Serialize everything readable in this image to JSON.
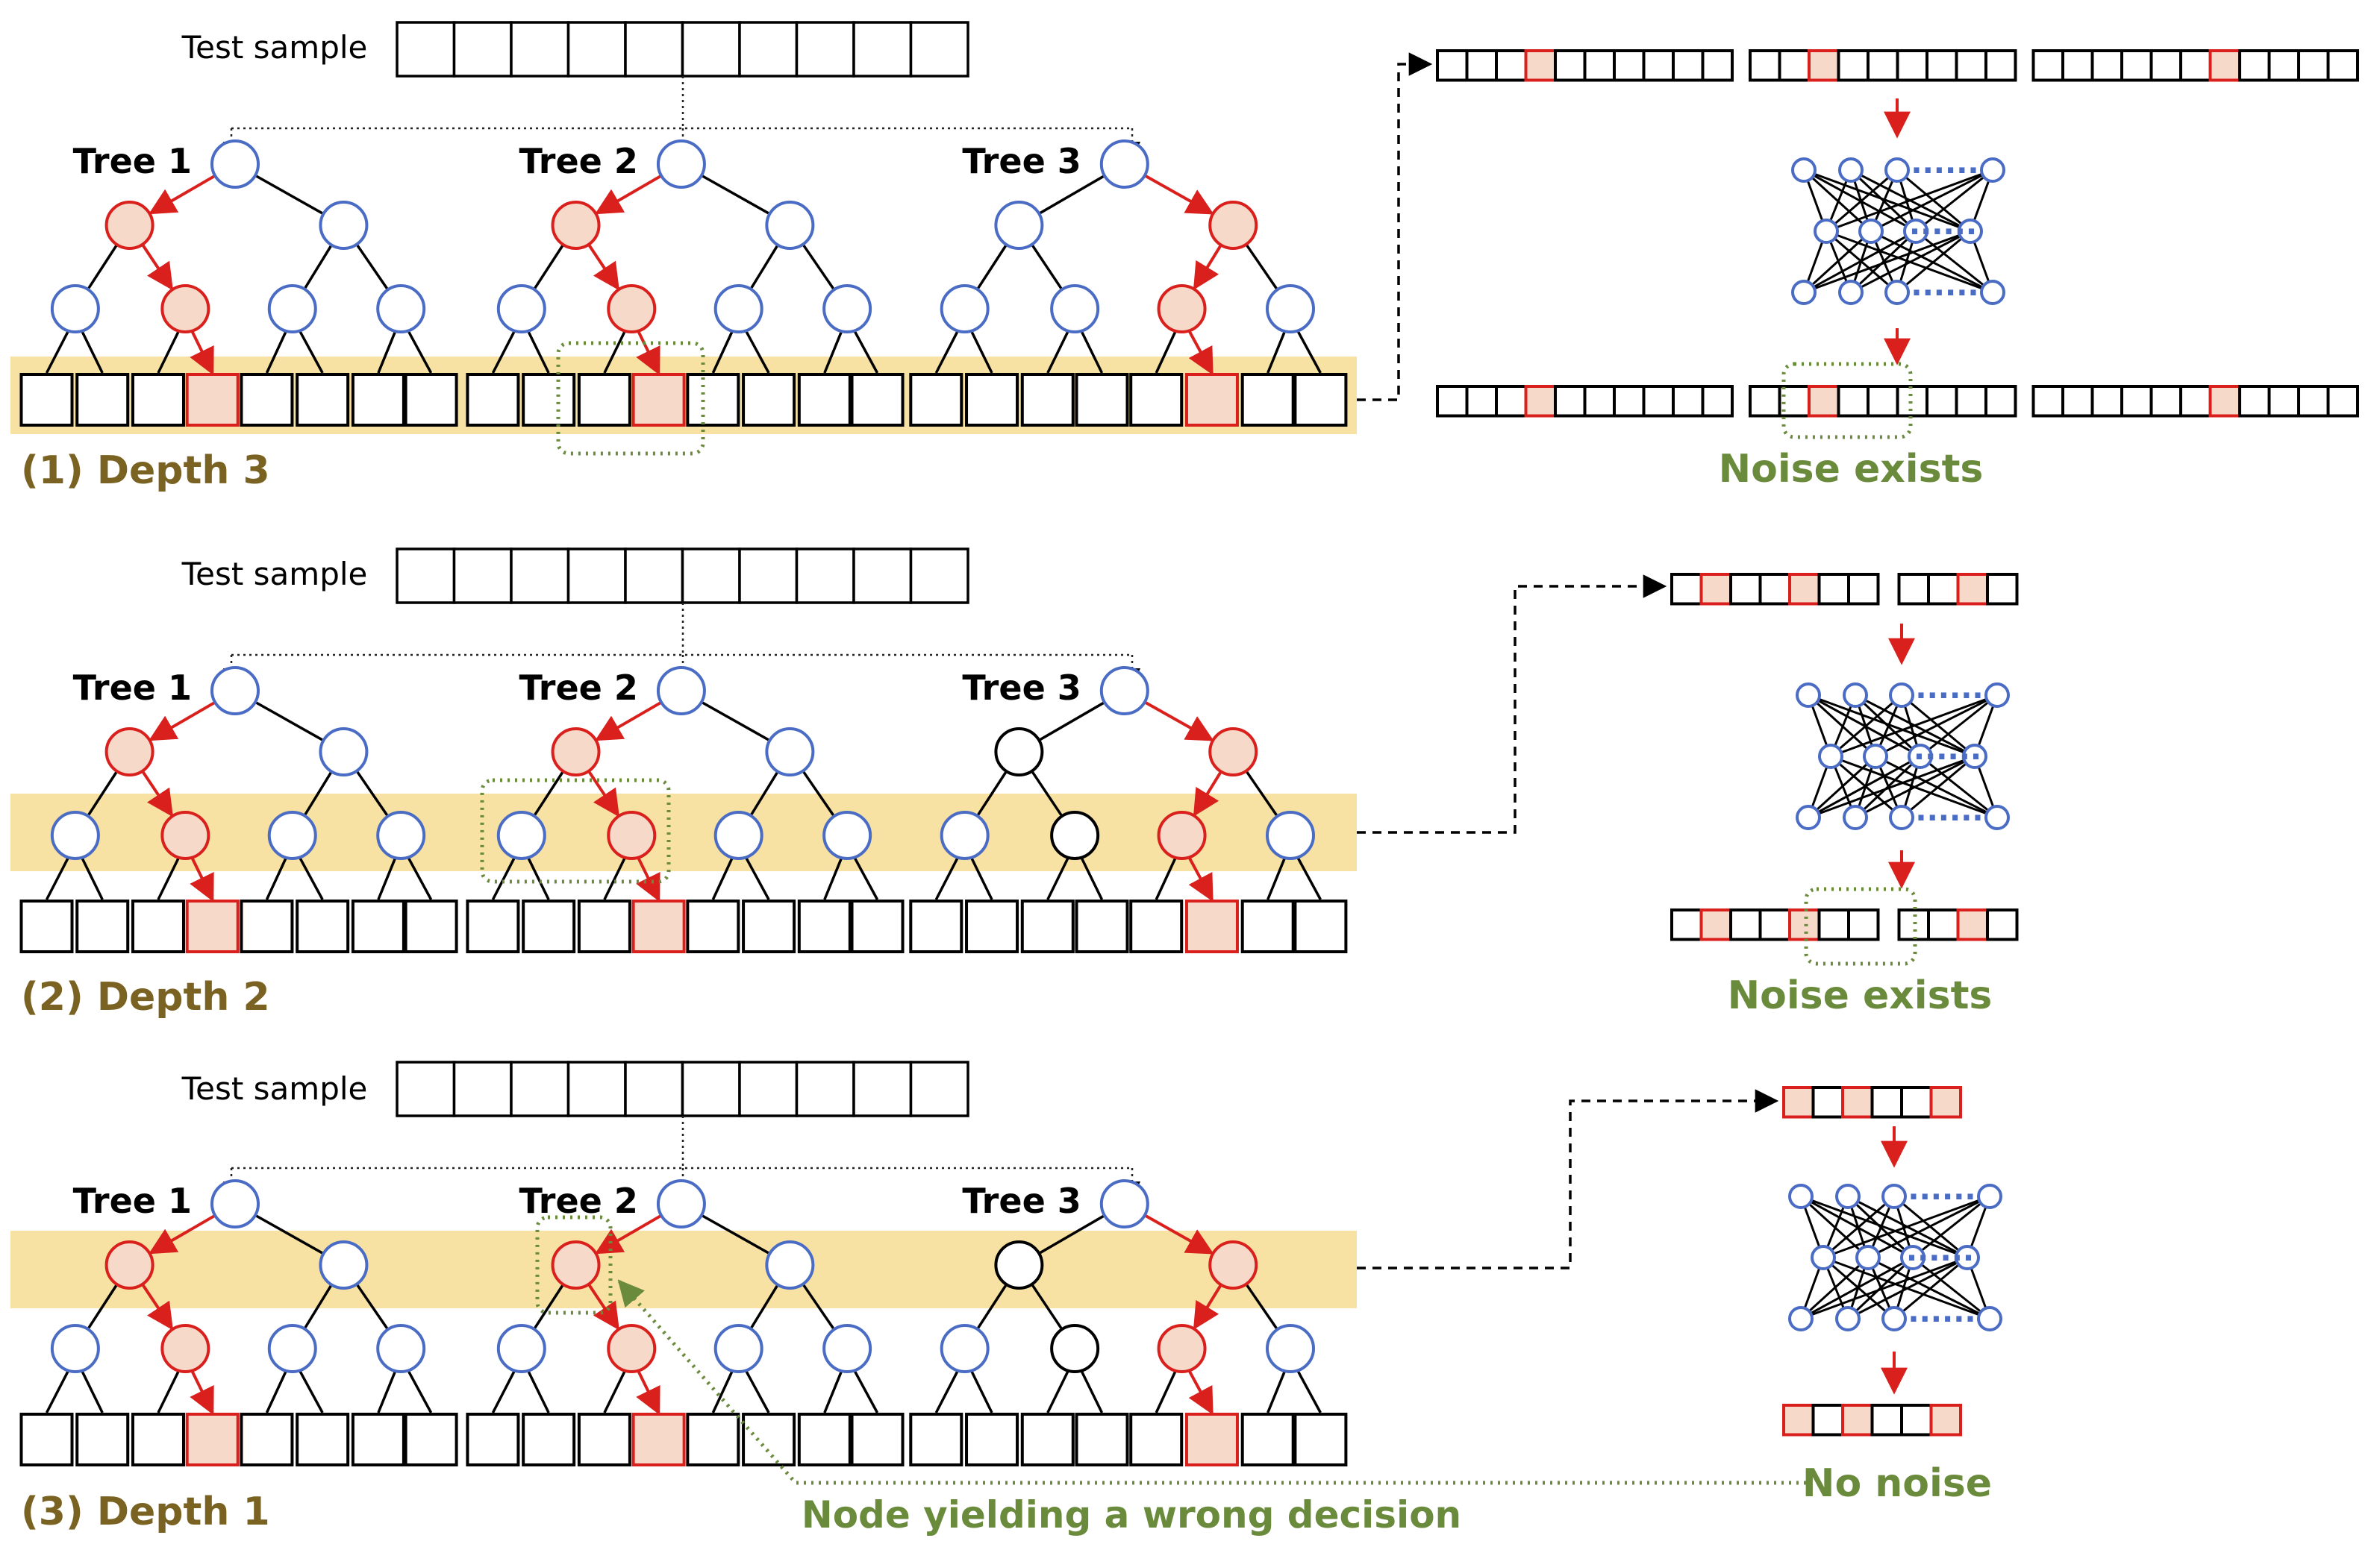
{
  "colors": {
    "highlight_band": "#f7e2a3",
    "node_default": "#4a6cc4",
    "node_path": "#d9201d",
    "node_path_fill": "#f7d9c9",
    "noise_green": "#6a8a3c",
    "depth_label": "#7a6222",
    "plain_black": "#000000"
  },
  "labels": {
    "test_sample": "Test sample",
    "tree_names": [
      "Tree 1",
      "Tree 2",
      "Tree 3"
    ],
    "nn_dots": "......"
  },
  "panels": [
    {
      "depth_label": "(1) Depth 3",
      "highlighted_level": "leaves",
      "vector_groups": [
        10,
        9,
        11
      ],
      "vector_highlight_positions": [
        [
          3
        ],
        [
          2
        ],
        [
          6
        ]
      ],
      "output_note": "Noise exists"
    },
    {
      "depth_label": "(2) Depth 2",
      "highlighted_level": "depth 2",
      "vector_groups": [
        7,
        4
      ],
      "vector_highlight_positions": [
        [
          1,
          4
        ],
        [
          2
        ]
      ],
      "output_note": "Noise exists"
    },
    {
      "depth_label": "(3) Depth 1",
      "highlighted_level": "depth 1",
      "vector_groups": [
        6
      ],
      "vector_highlight_positions": [
        [
          0,
          2,
          5
        ]
      ],
      "output_note": "No noise",
      "wrong_node_note": "Node yielding a wrong decision"
    }
  ]
}
